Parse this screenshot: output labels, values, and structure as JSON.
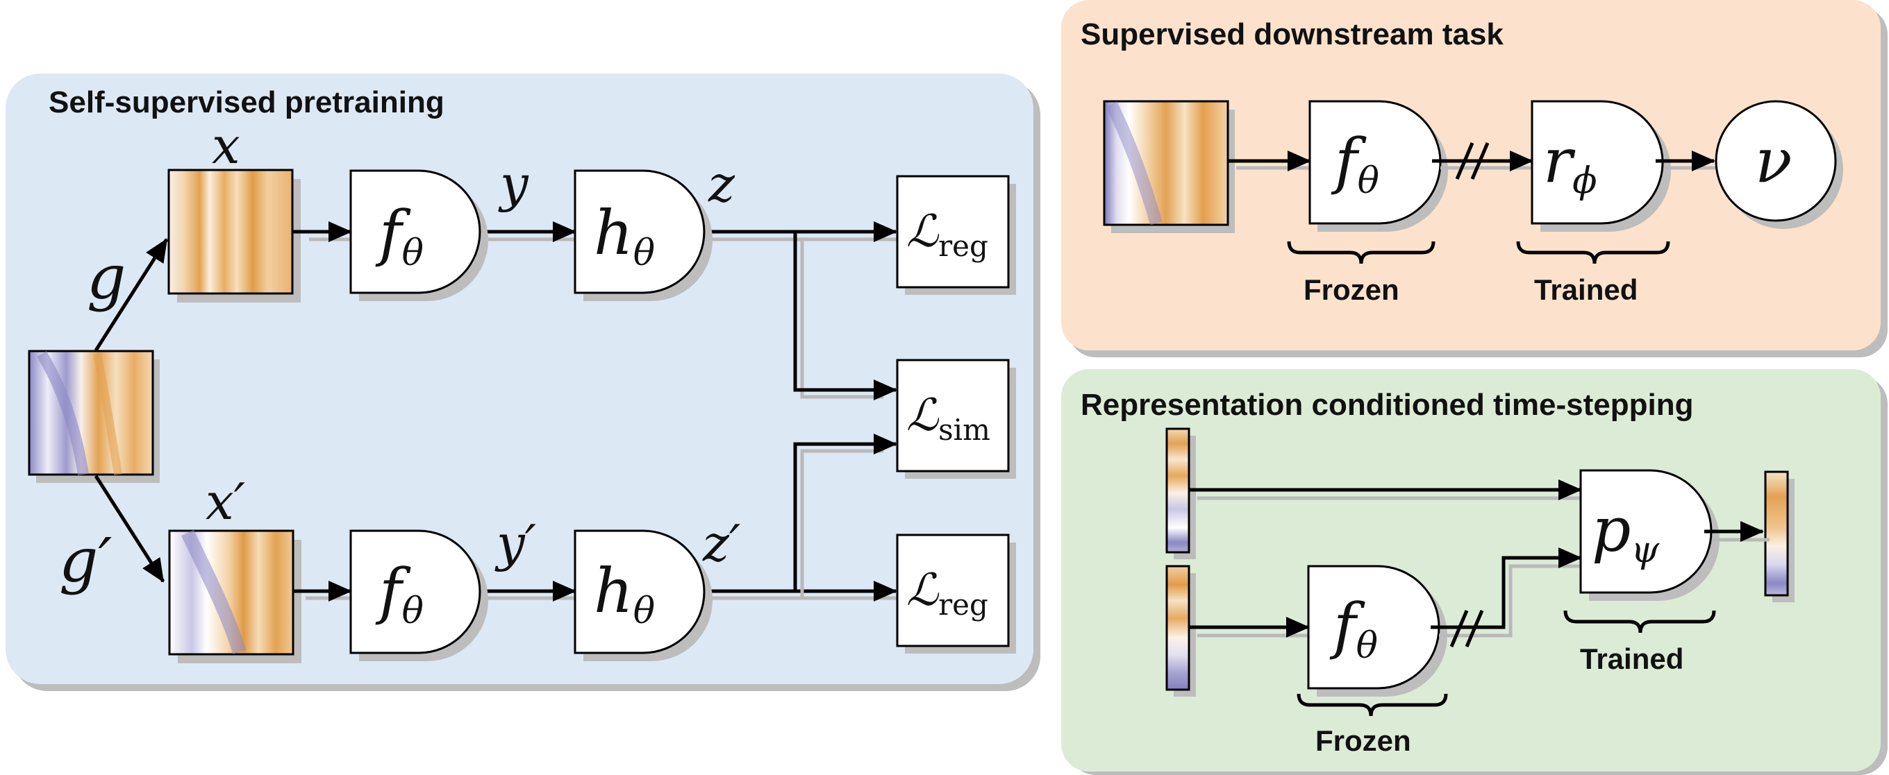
{
  "panels": {
    "pretrain": {
      "title": "Self-supervised pretraining",
      "bg": "#dde8f5"
    },
    "downstream": {
      "title": "Supervised downstream task",
      "bg": "#fce2cc",
      "label_frozen": "Frozen",
      "label_trained": "Trained"
    },
    "timestep": {
      "title": "Representation conditioned time-stepping",
      "bg": "#dcebd6",
      "label_frozen": "Frozen",
      "label_trained": "Trained"
    }
  },
  "symbols": {
    "x": "x",
    "x_prime": "x′",
    "y": "y",
    "y_prime": "y′",
    "z": "z",
    "z_prime": "z′",
    "g": "g",
    "g_prime": "g′",
    "f_base": "f",
    "f_sub": "θ",
    "h_base": "h",
    "h_sub": "θ",
    "r_base": "r",
    "r_sub": "ϕ",
    "p_base": "p",
    "p_sub": "ψ",
    "nu": "ν",
    "L_base": "ℒ",
    "L_reg_sub": "reg",
    "L_sim_sub": "sim"
  },
  "colors": {
    "orange": "#e3a253",
    "blue": "#8c88c4",
    "line": "#000000",
    "shadow": "#bdbdbd"
  },
  "icons": [
    "arrow-icon",
    "cut-mark-icon",
    "brace-icon",
    "field-image-icon"
  ]
}
